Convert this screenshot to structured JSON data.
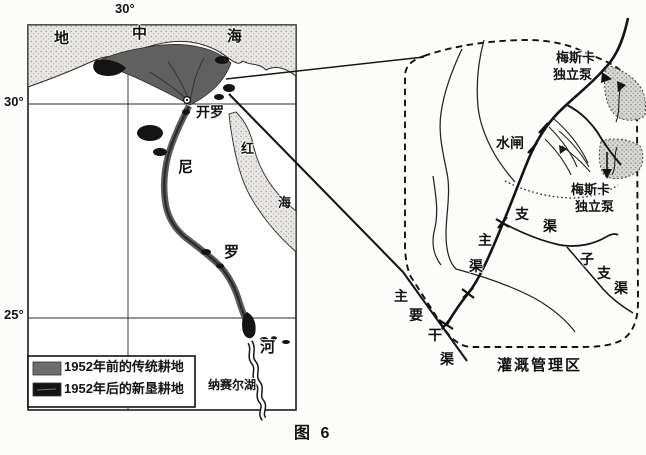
{
  "caption": "图 6",
  "map": {
    "meridian_label": "30°",
    "latitude_labels": [
      "30°",
      "25°"
    ],
    "mediterranean_chars": [
      "地",
      "中",
      "海"
    ],
    "red_sea_chars": [
      "红",
      "海"
    ],
    "city_label": "开罗",
    "nile_chars": [
      "尼",
      "罗",
      "河"
    ],
    "lake_label": "纳赛尔湖",
    "legend": {
      "items": [
        {
          "color": "#6e6e6e",
          "label": "1952年前的传统耕地"
        },
        {
          "color": "#141414",
          "label": "1952年后的新垦耕地"
        }
      ]
    }
  },
  "diagram": {
    "area_label": "灌溉管理区",
    "sluice_label": "水闸",
    "pump_labels": [
      {
        "line1": "梅斯卡",
        "line2": "独立泵"
      },
      {
        "line1": "梅斯卡",
        "line2": "独立泵"
      }
    ],
    "main_canal_chars": [
      "主",
      "渠"
    ],
    "branch_canal_chars": [
      "支",
      "渠"
    ],
    "sub_branch_canal_chars": [
      "子",
      "支",
      "渠"
    ],
    "trunk_canal_chars": [
      "主",
      "要",
      "干",
      "渠"
    ]
  },
  "colors": {
    "ink": "#141414",
    "traditional_farmland": "#606060",
    "new_farmland": "#141414",
    "sea_texture": "#e9e7e4",
    "pump_texture": "#d7d7d5"
  }
}
